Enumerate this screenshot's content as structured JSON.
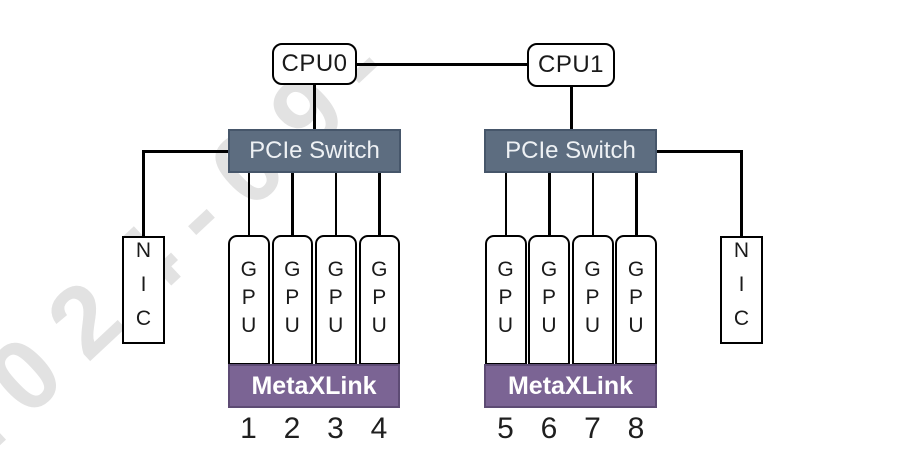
{
  "watermark": {
    "text": "2024-09-"
  },
  "colors": {
    "switch_fill": "#5d6d80",
    "switch_border": "#46566a",
    "switch_text": "#eef1f4",
    "link_fill": "#7b6494",
    "link_border": "#5d4b74",
    "link_text": "#ffffff",
    "node_fill": "#ffffff",
    "node_border": "#000000",
    "node_text": "#1a1a1a",
    "connector": "#000000",
    "watermark_color": "#e2e2e2"
  },
  "topology": {
    "cpus": [
      {
        "label": "CPU0"
      },
      {
        "label": "CPU1"
      }
    ],
    "groups": [
      {
        "switch_label": "PCIe Switch",
        "nic_label": "NIC",
        "interconnect_label": "MetaXLink",
        "gpus": [
          {
            "label": "GPU",
            "number": "1"
          },
          {
            "label": "GPU",
            "number": "2"
          },
          {
            "label": "GPU",
            "number": "3"
          },
          {
            "label": "GPU",
            "number": "4"
          }
        ]
      },
      {
        "switch_label": "PCIe Switch",
        "nic_label": "NIC",
        "interconnect_label": "MetaXLink",
        "gpus": [
          {
            "label": "GPU",
            "number": "5"
          },
          {
            "label": "GPU",
            "number": "6"
          },
          {
            "label": "GPU",
            "number": "7"
          },
          {
            "label": "GPU",
            "number": "8"
          }
        ]
      }
    ]
  }
}
